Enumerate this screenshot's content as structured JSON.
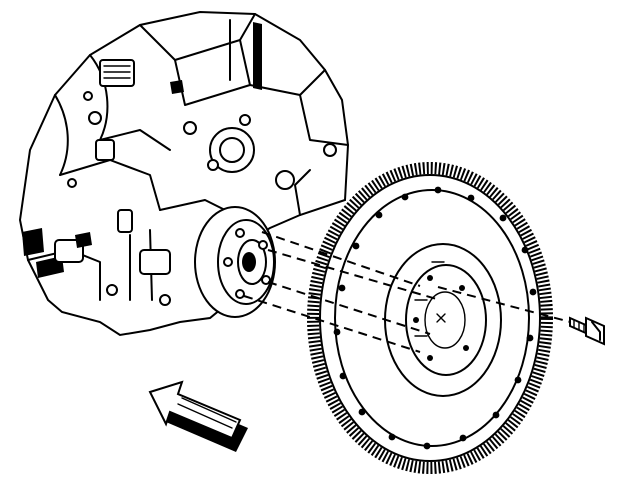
{
  "figure": {
    "background": "#ffffff",
    "ink": "#000000",
    "parts": [
      {
        "name": "engine-block",
        "icon": "engine-block-icon"
      },
      {
        "name": "crankshaft-flange",
        "icon": "crankshaft-flange-icon"
      },
      {
        "name": "flywheel",
        "icon": "flywheel-icon"
      },
      {
        "name": "flywheel-bolt",
        "icon": "bolt-icon"
      },
      {
        "name": "installation-direction-arrow",
        "icon": "hollow-arrow-icon"
      }
    ]
  }
}
